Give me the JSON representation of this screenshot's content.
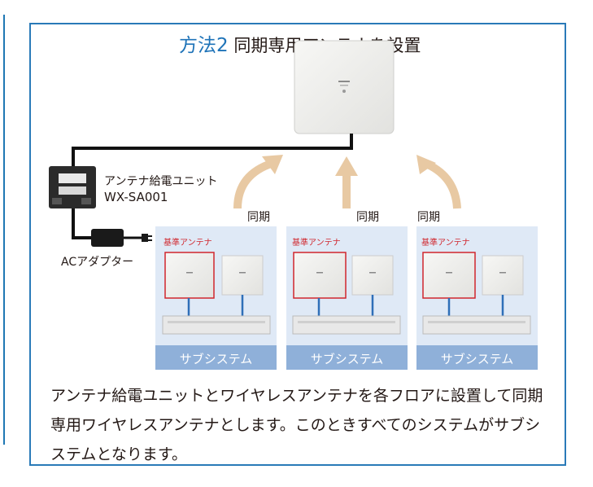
{
  "title": {
    "method": "方法2",
    "text": "同期専用アンテナを設置"
  },
  "power_unit": {
    "name": "アンテナ給電ユニット",
    "model": "WX-SA001"
  },
  "adapter_label": "ACアダプター",
  "sync_label": "同期",
  "panels": [
    {
      "reference_label": "基準アンテナ",
      "caption": "サブシステム"
    },
    {
      "reference_label": "基準アンテナ",
      "caption": "サブシステム"
    },
    {
      "reference_label": "基準アンテナ",
      "caption": "サブシステム"
    }
  ],
  "description": "アンテナ給電ユニットとワイヤレスアンテナを各フロアに設置して同期専用ワイヤレスアンテナとします。このときすべてのシステムがサブシステムとなります。",
  "colors": {
    "frame": "#2a7ab8",
    "panel_bg": "#dfe9f6",
    "caption_bg": "#8fb0d9",
    "reference": "#d0262d",
    "arrow": "#e8c9a3",
    "title_accent": "#1e73b8"
  }
}
